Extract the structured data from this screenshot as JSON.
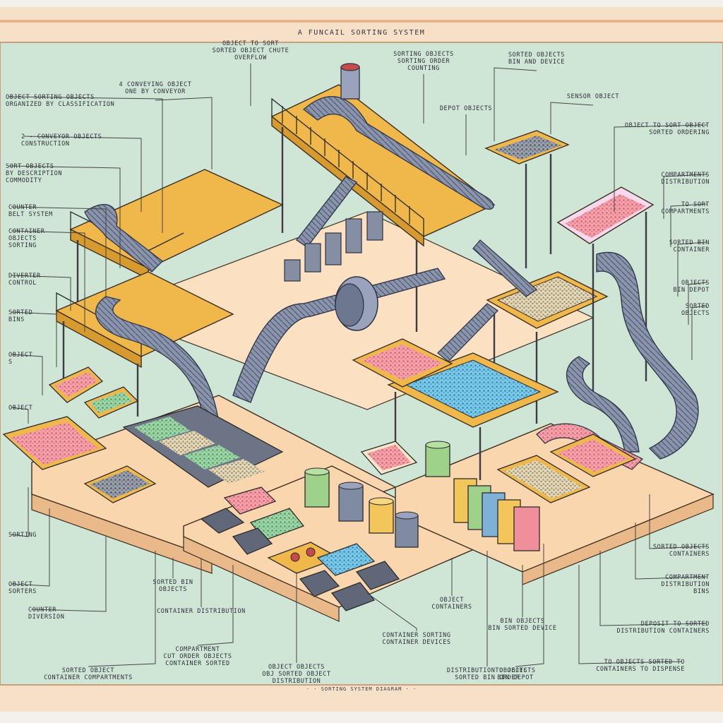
{
  "title": "A FUNCAIL SORTING SYSTEM",
  "footer": "· · SORTING SYSTEM DIAGRAM · ·",
  "colors": {
    "background": "#cfe6d6",
    "frame": "#f7e0c8",
    "deck": "#f0b84a",
    "floor": "#fad6ae",
    "belt": "#8a95ad",
    "pink_items": "#ef8f9a",
    "green_items": "#7cc08a",
    "blue_items": "#5fb6d8",
    "gray_items": "#6f7582",
    "beige_items": "#cfc39e"
  },
  "labels": {
    "left": [
      {
        "lines": [
          "OBJECT SORTING OBJECTS",
          "ORGANIZED BY CLASSIFICATION"
        ]
      },
      {
        "lines": [
          "2 - CONVEYOR OBJECTS",
          "CONSTRUCTION"
        ]
      },
      {
        "lines": [
          "SORT OBJECTS",
          "BY DESCRIPTION",
          "COMMODITY"
        ]
      },
      {
        "lines": [
          "COUNTER",
          "BELT SYSTEM"
        ]
      },
      {
        "lines": [
          "CONTAINER",
          "OBJECTS",
          "SORTING"
        ]
      },
      {
        "lines": [
          "DIVERTER",
          "CONTROL"
        ]
      },
      {
        "lines": [
          "SORTED",
          "BINS"
        ]
      },
      {
        "lines": [
          "OBJECT",
          "S"
        ]
      },
      {
        "lines": [
          "OBJECT"
        ]
      },
      {
        "lines": [
          "SORTING"
        ]
      },
      {
        "lines": [
          "OBJECT",
          "SORTERS"
        ]
      },
      {
        "lines": [
          "COUNTER",
          "DIVERSION"
        ]
      }
    ],
    "top": [
      {
        "lines": [
          "OBJECT TO SORT",
          "SORTED OBJECT CHUTE",
          "OVERFLOW"
        ]
      },
      {
        "lines": [
          "4 CONVEYING OBJECT",
          "ONE BY CONVEYOR"
        ]
      },
      {
        "lines": [
          "SORTING OBJECTS",
          "SORTING ORDER",
          "COUNTING"
        ]
      },
      {
        "lines": [
          "DEPOT OBJECTS"
        ]
      },
      {
        "lines": [
          "SORTED OBJECTS",
          "BIN AND DEVICE"
        ]
      },
      {
        "lines": [
          "SENSOR OBJECT"
        ]
      }
    ],
    "right": [
      {
        "lines": [
          "OBJECT TO SORT OBJECT",
          "SORTED ORDERING"
        ]
      },
      {
        "lines": [
          "COMPARTMENTS",
          "DISTRIBUTION"
        ]
      },
      {
        "lines": [
          "TO SORT",
          "COMPARTMENTS"
        ]
      },
      {
        "lines": [
          "SORTED BIN",
          "CONTAINER"
        ]
      },
      {
        "lines": [
          "OBJECTS",
          "BIN DEPOT"
        ]
      },
      {
        "lines": [
          "SORTED",
          "OBJECTS"
        ]
      },
      {
        "lines": [
          "SORTED OBJECTS",
          "CONTAINERS"
        ]
      },
      {
        "lines": [
          "COMPARTMENT",
          "DISTRIBUTION",
          "BINS"
        ]
      },
      {
        "lines": [
          "DEPOSIT TO SORTED",
          "DISTRIBUTION CONTAINERS"
        ]
      },
      {
        "lines": [
          "TO OBJECTS SORTED TO",
          "CONTAINERS TO DISPENSE"
        ]
      }
    ],
    "bottom": [
      {
        "lines": [
          "SORTED OBJECT",
          "CONTAINER COMPARTMENTS"
        ]
      },
      {
        "lines": [
          "CONTAINER DISTRIBUTION"
        ]
      },
      {
        "lines": [
          "SORTED BIN",
          "OBJECTS"
        ]
      },
      {
        "lines": [
          "COMPARTMENT",
          "CUT ORDER OBJECTS",
          "CONTAINER SORTED"
        ]
      },
      {
        "lines": [
          "OBJECT OBJECTS",
          "OBJ SORTED OBJECT",
          "DISTRIBUTION"
        ]
      },
      {
        "lines": [
          "OBJECT",
          "CONTAINERS"
        ]
      },
      {
        "lines": [
          "CONTAINER SORTING",
          "CONTAINER DEVICES"
        ]
      },
      {
        "lines": [
          "BIN OBJECTS",
          "BIN SORTED DEVICE"
        ]
      },
      {
        "lines": [
          "DISTRIBUTION OBJECTS",
          "SORTED BIN ORDER"
        ]
      },
      {
        "lines": [
          "TO OBJECTS",
          "BIN DEPOT"
        ]
      }
    ]
  }
}
